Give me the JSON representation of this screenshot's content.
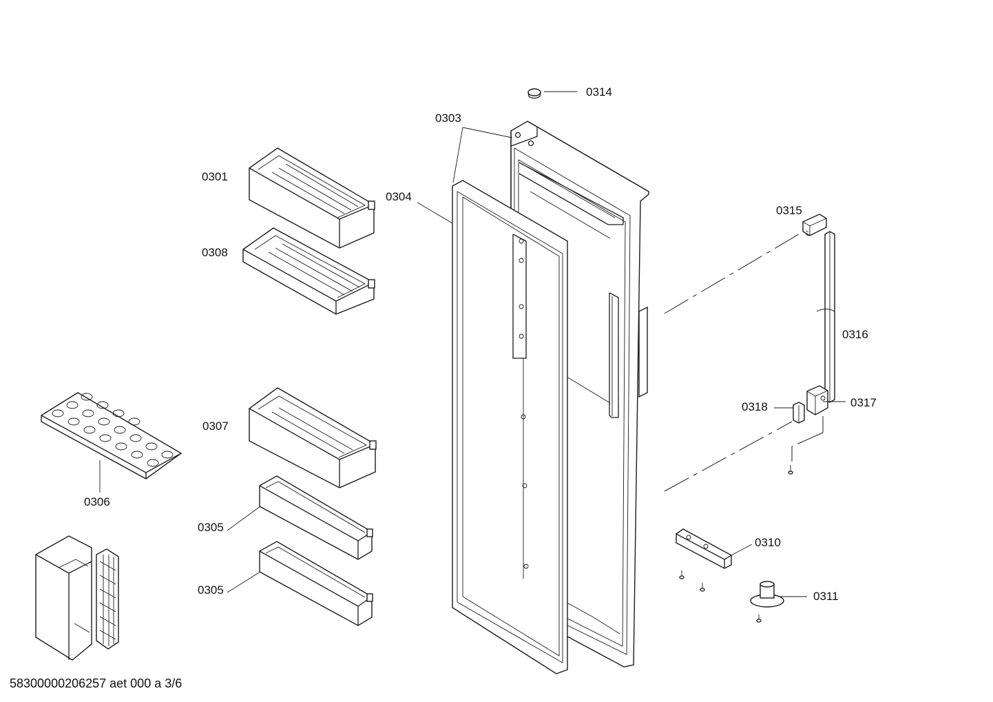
{
  "document": {
    "reference": "58300000206257 aet 000 a 3/6"
  },
  "callouts": [
    {
      "id": "0301",
      "text": "0301"
    },
    {
      "id": "0303",
      "text": "0303"
    },
    {
      "id": "0304",
      "text": "0304"
    },
    {
      "id": "0305a",
      "text": "0305"
    },
    {
      "id": "0305b",
      "text": "0305"
    },
    {
      "id": "0306",
      "text": "0306"
    },
    {
      "id": "0307",
      "text": "0307"
    },
    {
      "id": "0308",
      "text": "0308"
    },
    {
      "id": "0310",
      "text": "0310"
    },
    {
      "id": "0311",
      "text": "0311"
    },
    {
      "id": "0314",
      "text": "0314"
    },
    {
      "id": "0315",
      "text": "0315"
    },
    {
      "id": "0316",
      "text": "0316"
    },
    {
      "id": "0317",
      "text": "0317"
    },
    {
      "id": "0318",
      "text": "0318"
    }
  ],
  "colors": {
    "line": "#1a1a1a",
    "background": "#ffffff",
    "text": "#111111"
  }
}
